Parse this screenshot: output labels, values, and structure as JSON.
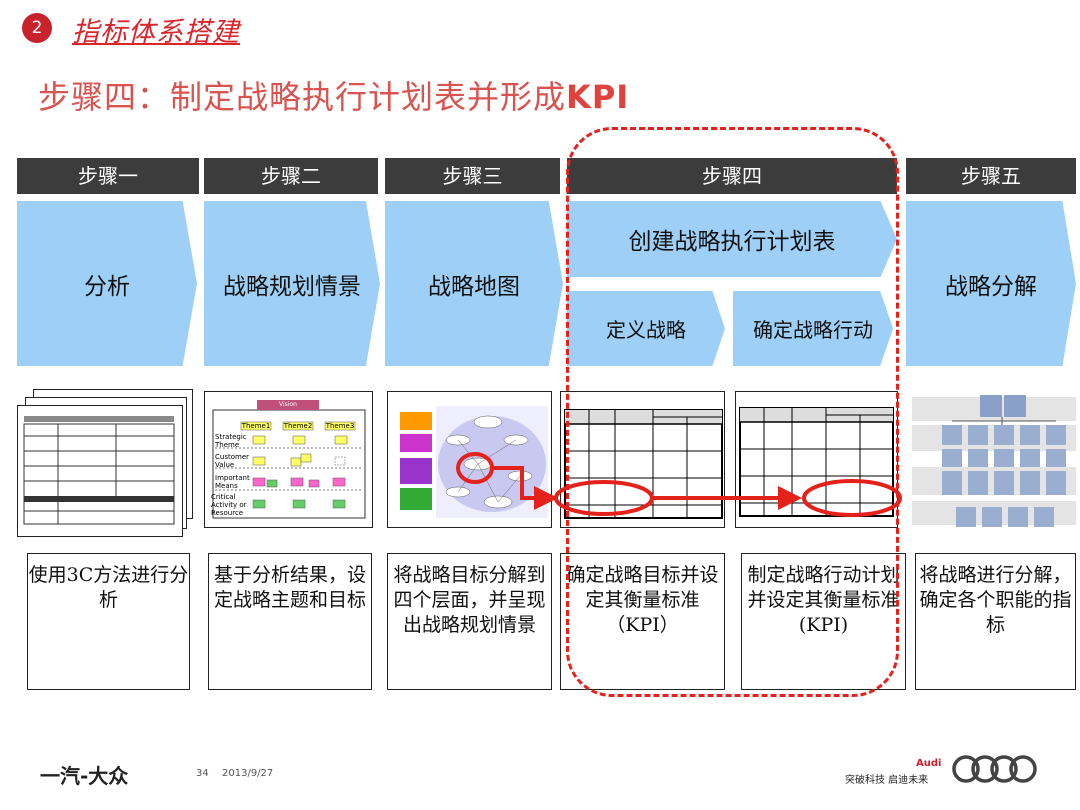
{
  "section": {
    "number": "2",
    "title": "指标体系搭建"
  },
  "title": {
    "text": "步骤四：制定战略执行计划表并形成",
    "accent": "KPI"
  },
  "steps": [
    {
      "header": "步骤一",
      "chevron": "分析",
      "desc": "使用3C方法进行分析"
    },
    {
      "header": "步骤二",
      "chevron": "战略规划情景",
      "desc": "基于分析结果，设定战略主题和目标"
    },
    {
      "header": "步骤三",
      "chevron": "战略地图",
      "desc": "将战略目标分解到四个层面，并呈现出战略规划情景"
    },
    {
      "header": "步骤四",
      "chevron": "创建战略执行计划表",
      "sub": [
        "定义战略",
        "确定战略行动"
      ],
      "desc": [
        "确定战略目标并设定其衡量标准（KPI）",
        "制定战略行动计划并设定其衡量标准 (KPI)"
      ]
    },
    {
      "header": "步骤五",
      "chevron": "战略分解",
      "desc": "将战略进行分解，确定各个职能的指标"
    }
  ],
  "thumb2": {
    "vision": "Vision",
    "themes": [
      "Theme1",
      "Theme2",
      "Theme3"
    ],
    "rows": [
      "Strategic Theme",
      "Customer Value",
      "Important Means",
      "Critical Activity or Resource"
    ]
  },
  "footer": {
    "logo": "一汽-大众",
    "page": "34",
    "date": "2013/9/27",
    "brand": "Audi",
    "slogan": "突破科技 启迪未来"
  },
  "colors": {
    "accent": "#d9252b",
    "chevron": "#9ed0f7",
    "header": "#3c3c3c",
    "highlight": "#e5211b"
  }
}
